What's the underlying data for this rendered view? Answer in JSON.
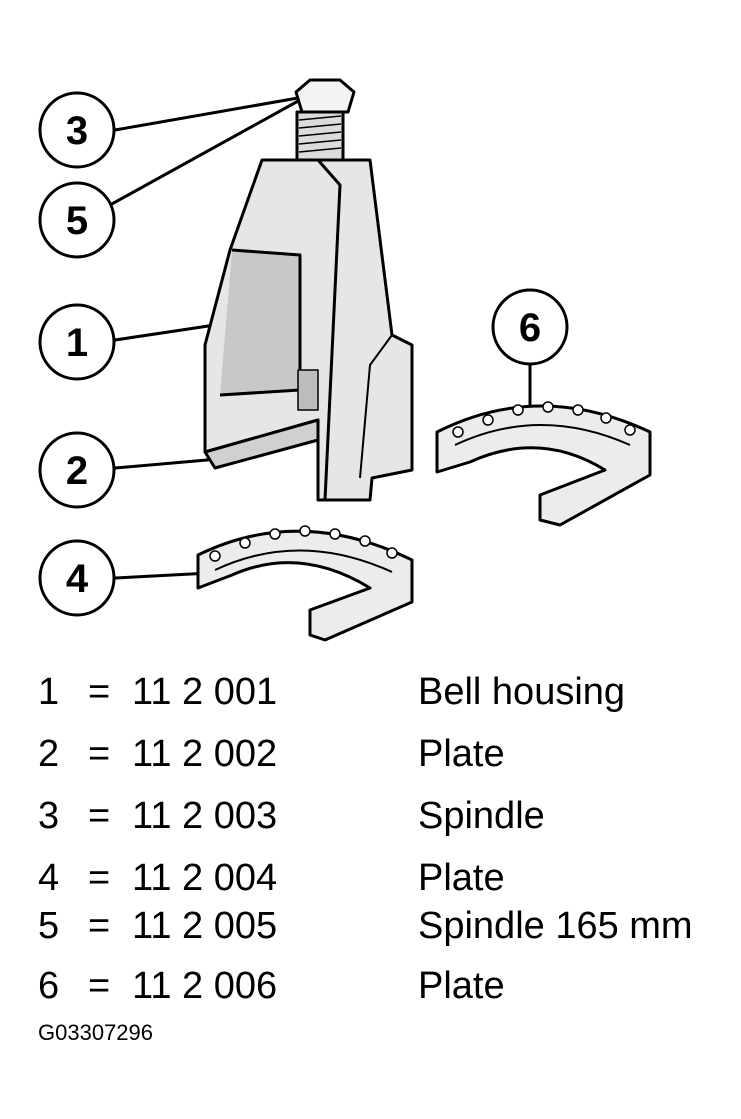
{
  "callouts": [
    "3",
    "5",
    "1",
    "2",
    "4",
    "6"
  ],
  "legend": [
    {
      "num": "1",
      "eq": "=",
      "code": "11 2 001",
      "desc": "Bell housing"
    },
    {
      "num": "2",
      "eq": "=",
      "code": "11 2 002",
      "desc": "Plate"
    },
    {
      "num": "3",
      "eq": "=",
      "code": "11 2 003",
      "desc": "Spindle"
    },
    {
      "num": "4",
      "eq": "=",
      "code": "11 2 004",
      "desc": "Plate"
    },
    {
      "num": "5",
      "eq": "=",
      "code": "11 2 005",
      "desc": "Spindle 165 mm"
    },
    {
      "num": "6",
      "eq": "=",
      "code": "11 2 006",
      "desc": "Plate"
    }
  ],
  "figure_id": "G03307296"
}
